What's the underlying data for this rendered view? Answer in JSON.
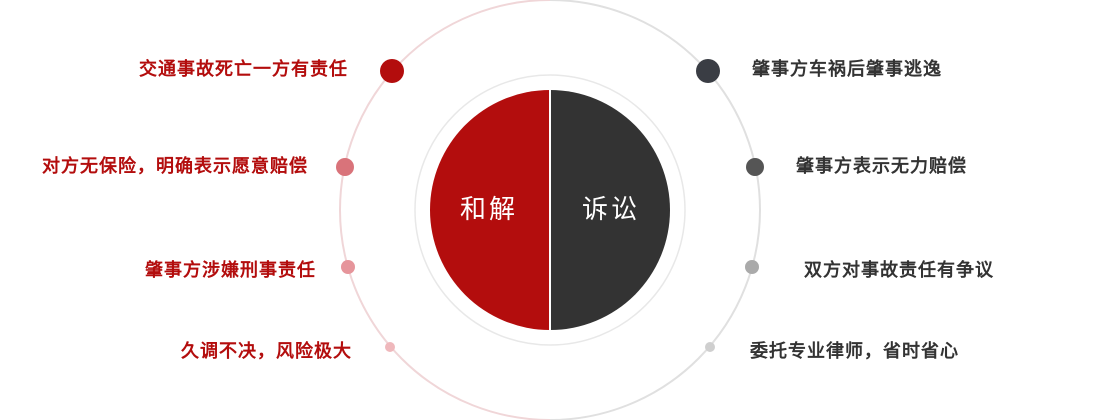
{
  "center": {
    "left_label": "和解",
    "right_label": "诉讼"
  },
  "left_items": [
    {
      "text": "交通事故死亡一方有责任",
      "dot_color": "#b30d0d"
    },
    {
      "text": "对方无保险，明确表示愿意赔偿",
      "dot_color": "#d9737a"
    },
    {
      "text": "肇事方涉嫌刑事责任",
      "dot_color": "#e6959b"
    },
    {
      "text": "久调不决，风险极大",
      "dot_color": "#efb8bc"
    }
  ],
  "right_items": [
    {
      "text": "肇事方车祸后肇事逃逸",
      "dot_color": "#3a3d44"
    },
    {
      "text": "肇事方表示无力赔偿",
      "dot_color": "#555555"
    },
    {
      "text": "双方对事故责任有争议",
      "dot_color": "#aaaaaa"
    },
    {
      "text": "委托专业律师，省时省心",
      "dot_color": "#cfcfcf"
    }
  ],
  "colors": {
    "left_text": "#b30d0d",
    "right_text": "#333333",
    "left_half": "#b30d0d",
    "right_half": "#333333",
    "outer_ring_left": "#f0d6d8",
    "outer_ring_right": "#e0e0e0"
  }
}
